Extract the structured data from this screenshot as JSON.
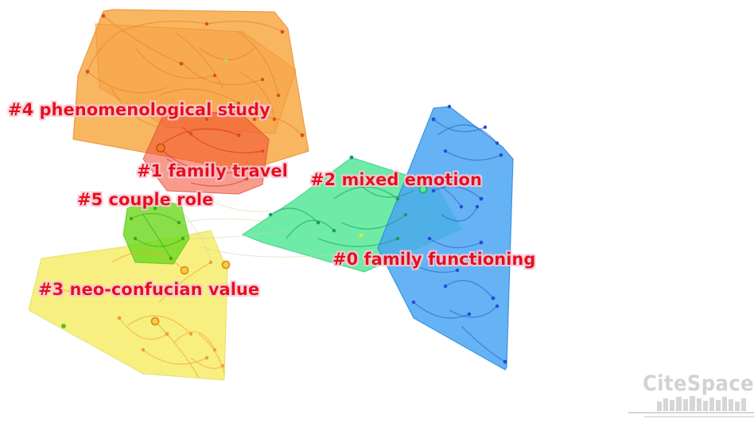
{
  "clusters": [
    {
      "id": "c4",
      "label": "#4 phenomenological study",
      "color": "#f5a030",
      "accent": "#e05a2a"
    },
    {
      "id": "c1",
      "label": "#1 family travel",
      "color": "#f04a30",
      "accent": "#d8342a"
    },
    {
      "id": "c2",
      "label": "#2 mixed emotion",
      "color": "#3ee086",
      "accent": "#22b86a"
    },
    {
      "id": "c5",
      "label": "#5 couple role",
      "color": "#6ed820",
      "accent": "#48c01c"
    },
    {
      "id": "c0",
      "label": "#0 family functioning",
      "color": "#4aa3f0",
      "accent": "#2a4ae0"
    },
    {
      "id": "c3",
      "label": "#3 neo-confucian value",
      "color": "#f6ee72",
      "accent": "#f0a838"
    }
  ],
  "logo": {
    "text": "CiteSpace",
    "color": "#d2d2d2"
  }
}
